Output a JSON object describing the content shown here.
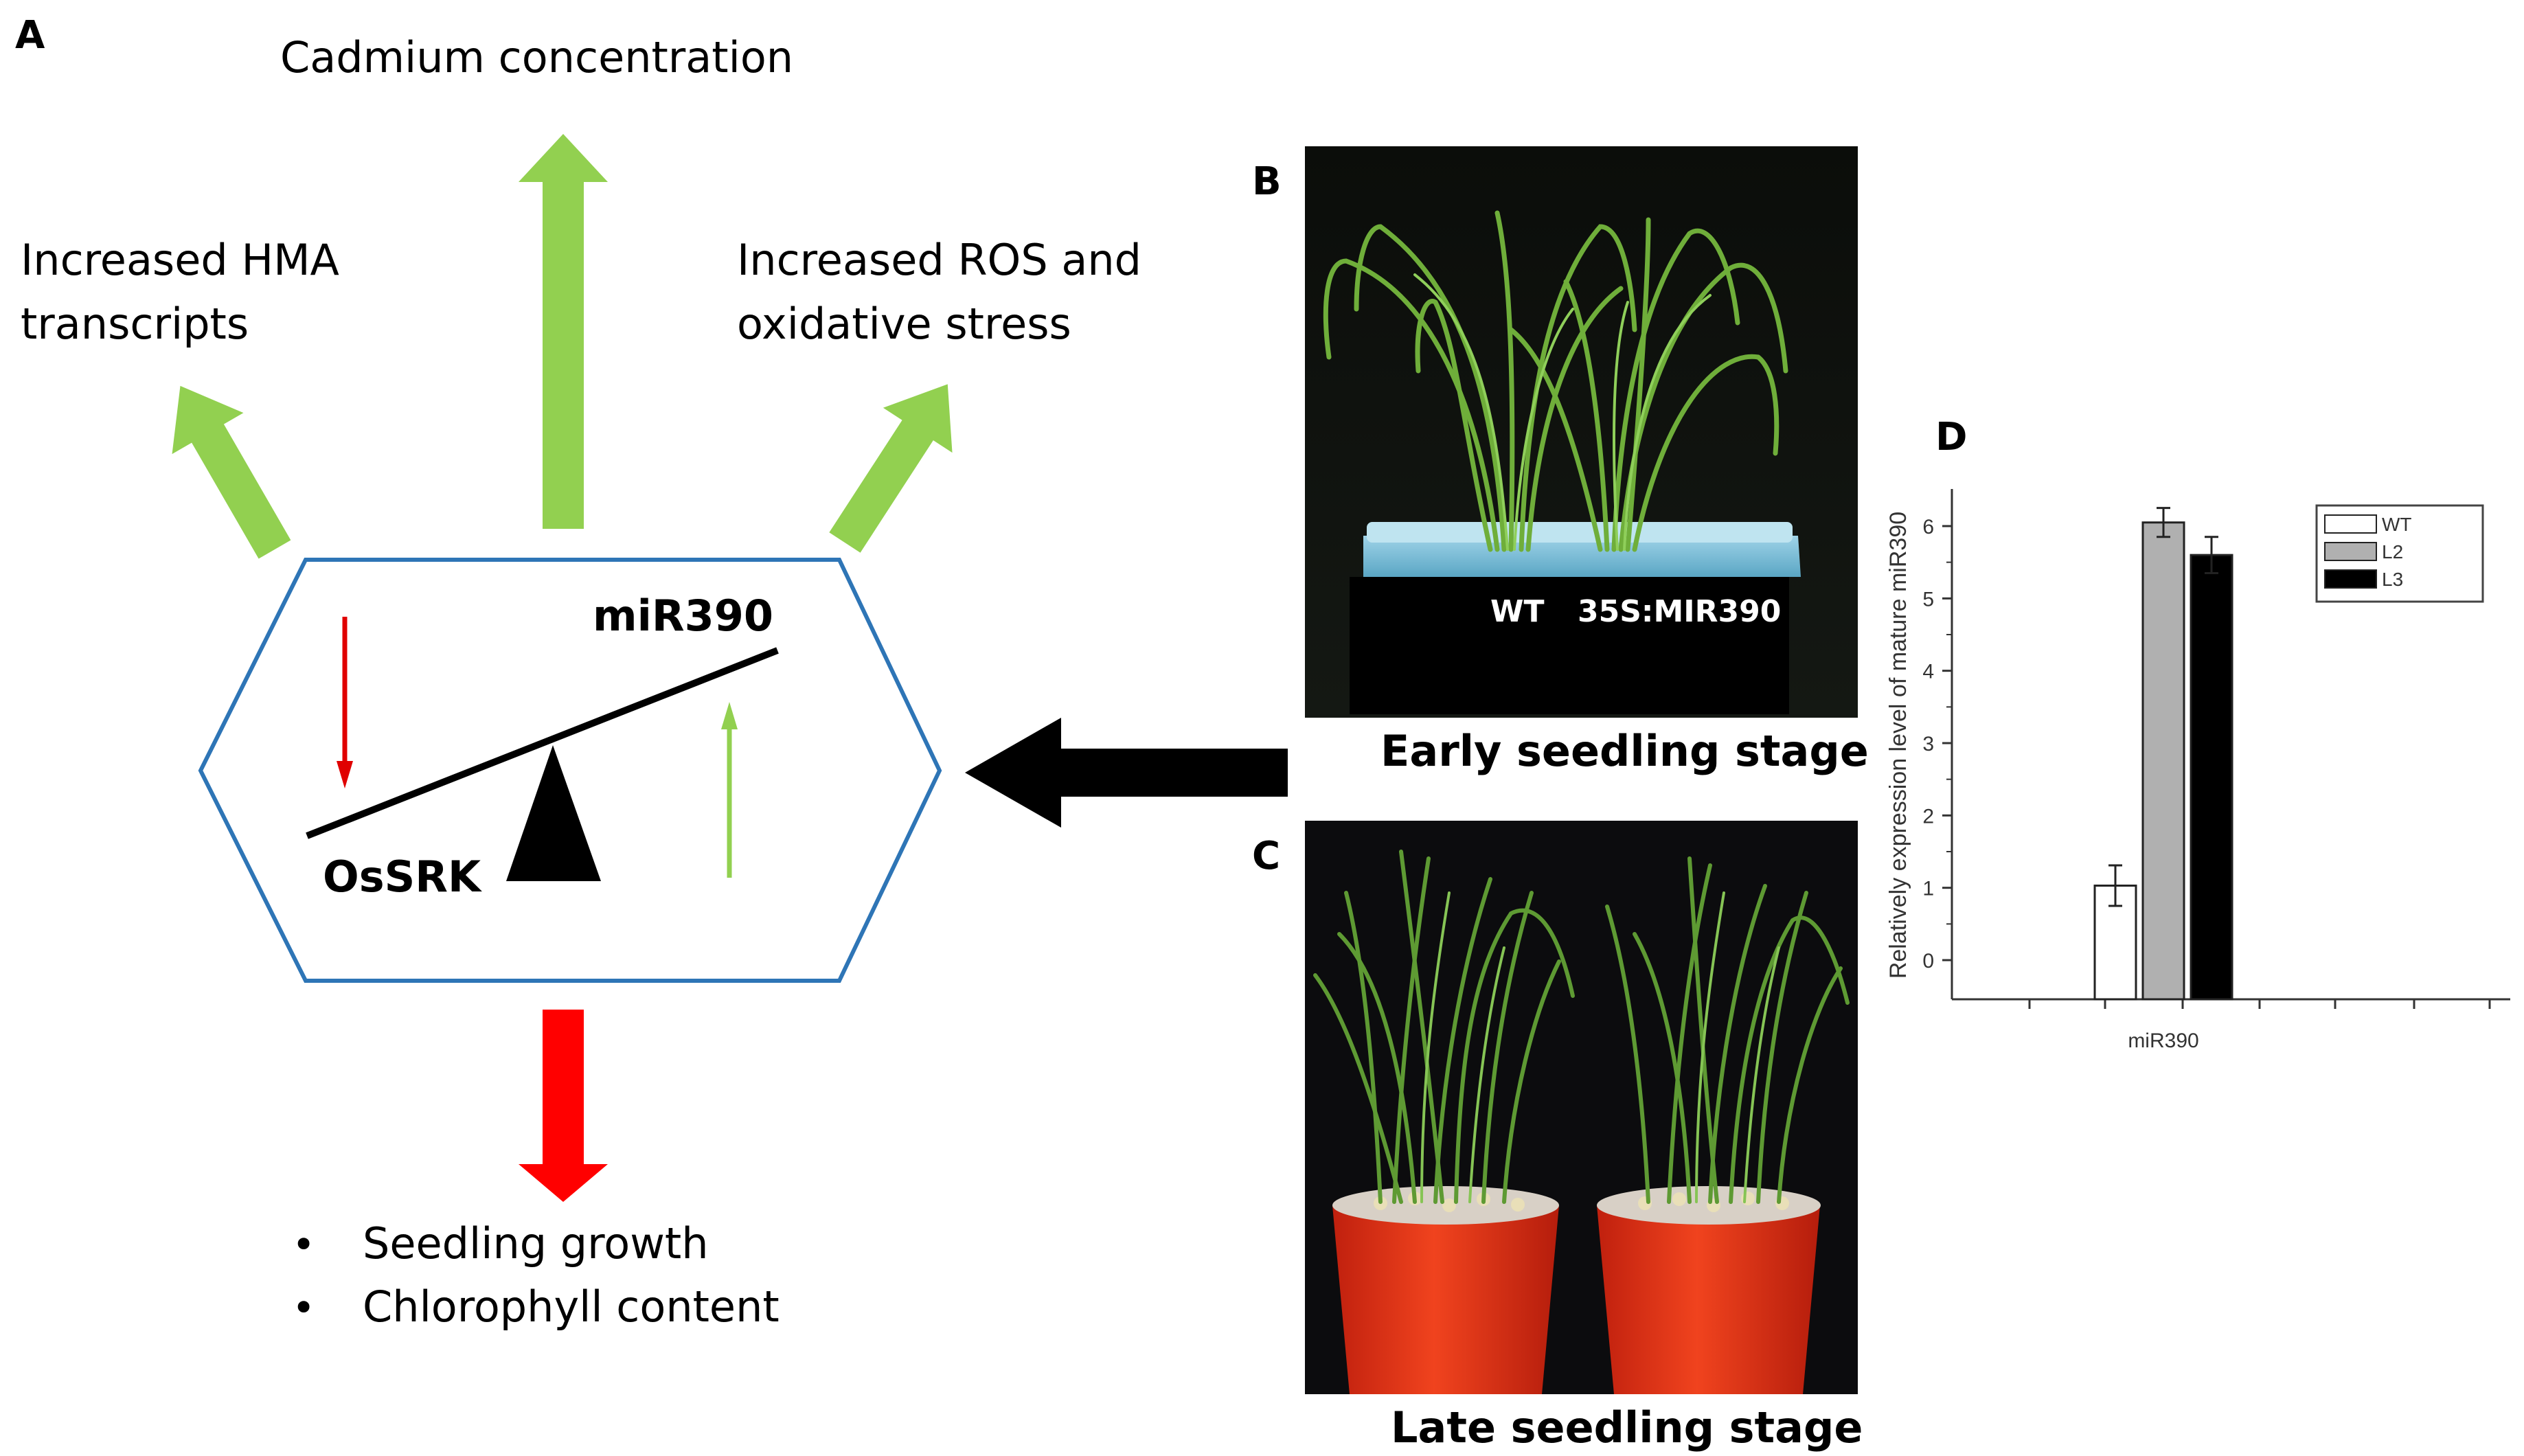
{
  "panels": {
    "a": "A",
    "b": "B",
    "c": "C",
    "d": "D"
  },
  "effects": {
    "top_center": "Cadmium concentration",
    "top_left_line1": "Increased HMA",
    "top_left_line2": "transcripts",
    "top_right_line1": "Increased ROS and",
    "top_right_line2": "oxidative stress",
    "bottom_items": [
      "Seedling growth",
      "Chlorophyll content"
    ],
    "bullet": "•"
  },
  "balance": {
    "high_label": "miR390",
    "low_label": "OsSRK"
  },
  "photos": {
    "early_overlay_wt": "WT",
    "early_overlay_construct": "35S:MIR390",
    "early_caption": "Early seedling stage",
    "late_caption": "Late seedling stage"
  },
  "colors": {
    "up_arrow": "#92d050",
    "down_arrow": "#ff0000",
    "hexagon": "#2e75b6",
    "black": "#000000",
    "bar_wt": "#ffffff",
    "bar_l2": "#b0b0b0",
    "bar_l3": "#000000"
  },
  "chart_data": {
    "type": "bar",
    "categories": [
      "miR390"
    ],
    "series": [
      {
        "name": "WT",
        "values": [
          1.03
        ],
        "error": [
          0.28
        ]
      },
      {
        "name": "L2",
        "values": [
          6.05
        ],
        "error": [
          0.2
        ]
      },
      {
        "name": "L3",
        "values": [
          5.6
        ],
        "error": [
          0.25
        ]
      }
    ],
    "ylabel": "Relatively expression level of mature miR390",
    "xlabel": "",
    "ylim": [
      -0.55,
      6.45
    ],
    "yticks": [
      0,
      1,
      2,
      3,
      4,
      5,
      6
    ],
    "legend_position": "top-right"
  }
}
